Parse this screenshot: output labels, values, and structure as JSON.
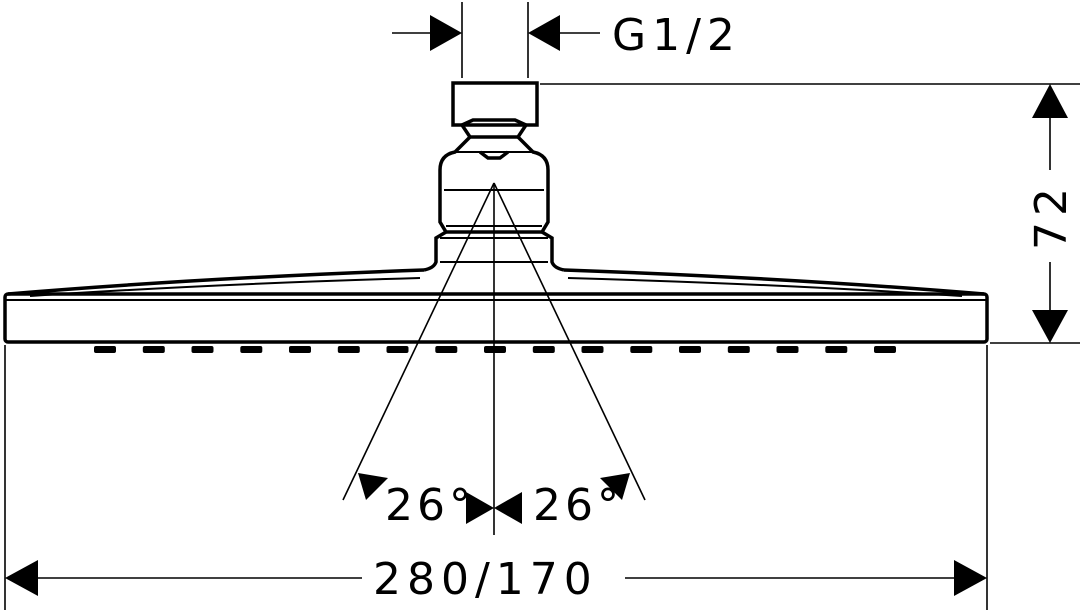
{
  "dimensions": {
    "thread": "G1/2",
    "height": "72",
    "width": "280/170",
    "angle_left": "26°",
    "angle_right": "26°"
  },
  "nozzle_count": 17
}
